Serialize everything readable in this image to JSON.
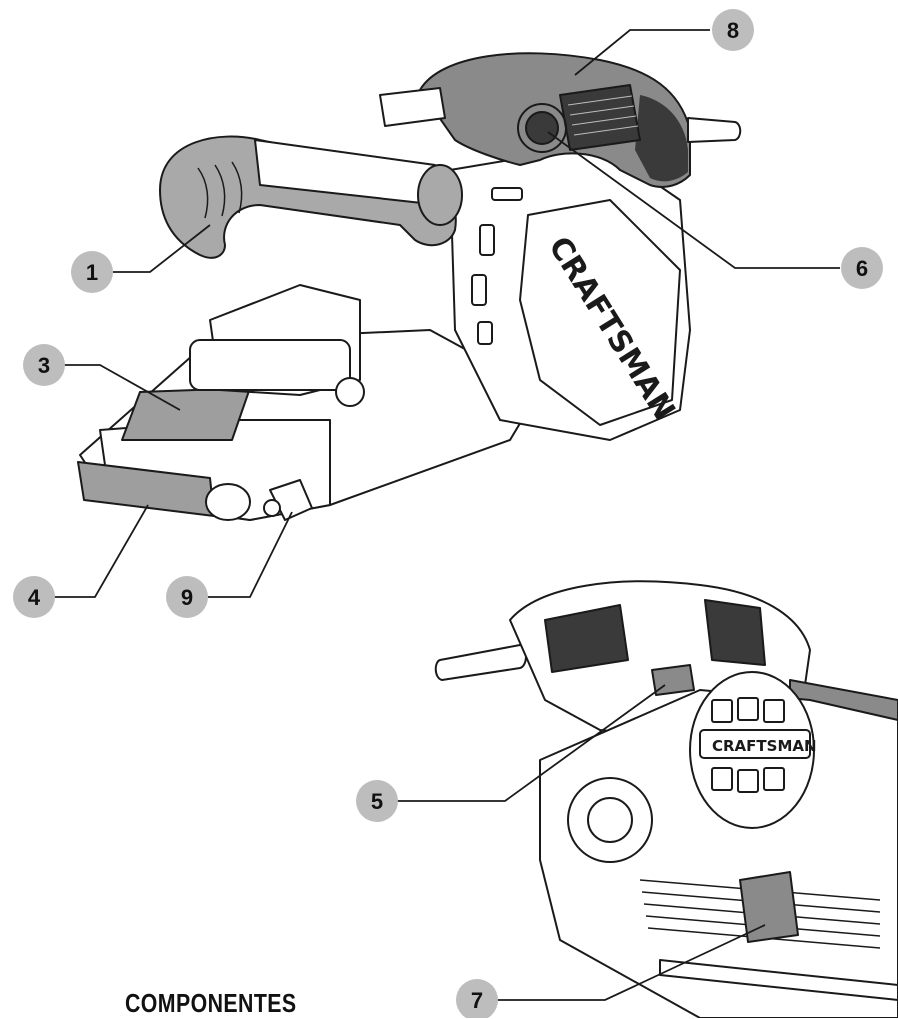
{
  "section_title": "COMPONENTES",
  "brand": "CRAFTSMAN",
  "callouts": [
    "1",
    "3",
    "4",
    "5",
    "6",
    "7",
    "8",
    "9"
  ],
  "colors": {
    "line": "#1a1a1a",
    "callout_fill": "#bdbdbd",
    "grip_dark": "#3a3a3a",
    "grip_mid": "#8a8a8a",
    "grip_light": "#a9a9a9",
    "pad": "#9e9e9e",
    "background": "#ffffff"
  }
}
